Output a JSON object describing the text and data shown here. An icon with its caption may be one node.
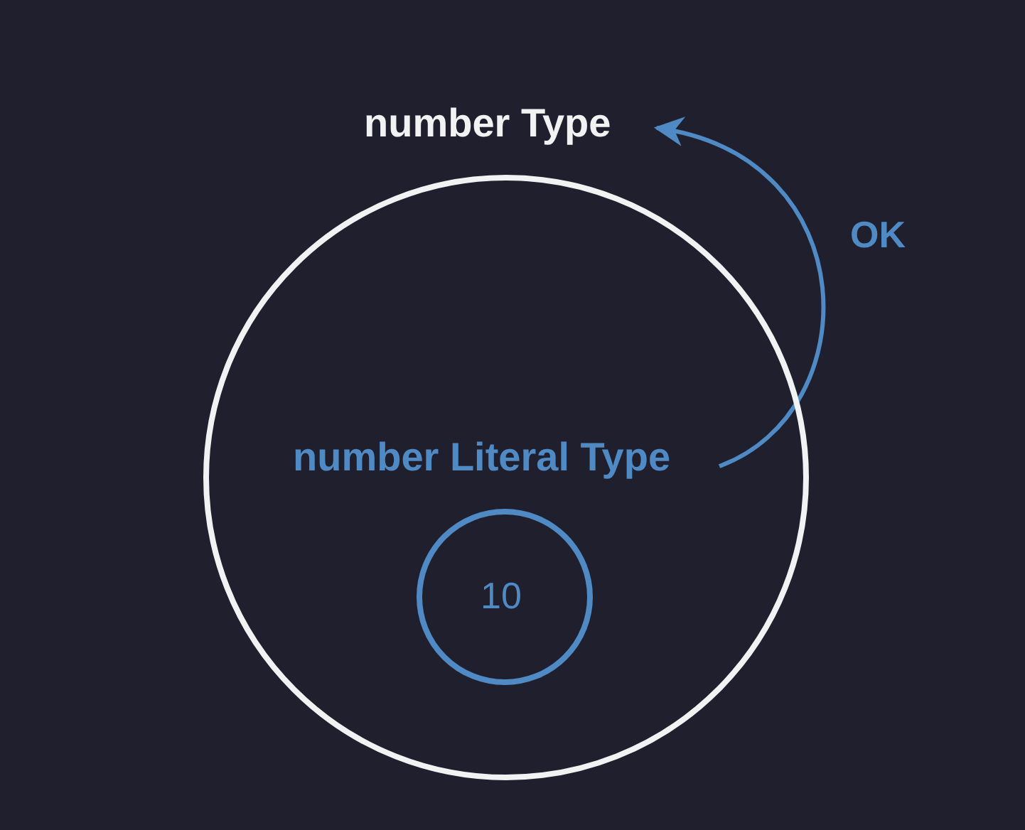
{
  "diagram": {
    "nodes": [
      {
        "text": [
          "number Type"
        ]
      },
      {
        "text": [
          "number Literal Type",
          "10"
        ],
        "in": 0
      }
    ],
    "edges": [
      {
        "from": 1,
        "to": 0,
        "arrow": "to",
        "label": "OK"
      }
    ]
  }
}
